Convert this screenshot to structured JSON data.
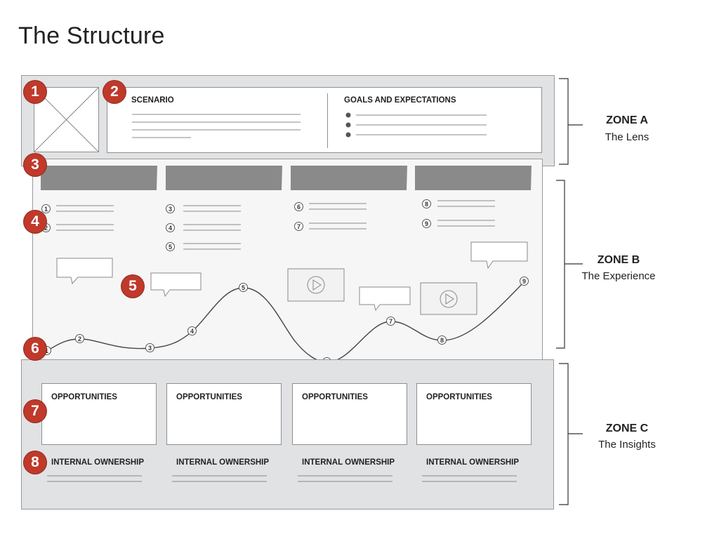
{
  "page": {
    "title": "The Structure"
  },
  "colors": {
    "badge": "#c0392b",
    "zone_gray": "#e1e2e4",
    "zone_light": "#f5f6f5",
    "header_bar": "#8a8a8a"
  },
  "badges": [
    "1",
    "2",
    "3",
    "4",
    "5",
    "6",
    "7",
    "8"
  ],
  "zone_a": {
    "name": "ZONE A",
    "subtitle": "The Lens",
    "scenario_label": "SCENARIO",
    "goals_label": "GOALS AND EXPECTATIONS"
  },
  "zone_b": {
    "name": "ZONE B",
    "subtitle": "The Experience",
    "steps": [
      "1",
      "2",
      "3",
      "4",
      "5",
      "6",
      "7",
      "8",
      "9"
    ]
  },
  "zone_c": {
    "name": "ZONE C",
    "subtitle": "The Insights",
    "columns": [
      {
        "opportunities": "OPPORTUNITIES",
        "ownership": "INTERNAL OWNERSHIP"
      },
      {
        "opportunities": "OPPORTUNITIES",
        "ownership": "INTERNAL OWNERSHIP"
      },
      {
        "opportunities": "OPPORTUNITIES",
        "ownership": "INTERNAL OWNERSHIP"
      },
      {
        "opportunities": "OPPORTUNITIES",
        "ownership": "INTERNAL OWNERSHIP"
      }
    ]
  }
}
